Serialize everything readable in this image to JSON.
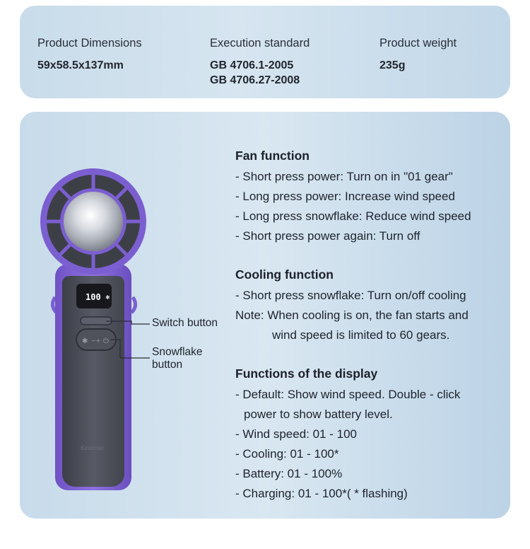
{
  "specs": [
    {
      "label": "Product Dimensions",
      "values": [
        "59x58.5x137mm"
      ]
    },
    {
      "label": "Execution standard",
      "values": [
        "GB 4706.1-2005",
        "GB 4706.27-2008"
      ]
    },
    {
      "label": "Product weight",
      "values": [
        "235g"
      ]
    }
  ],
  "device": {
    "display_value": "100",
    "brand": "Kinscoter",
    "body_color": "#4a4d57",
    "accent_color": "#7b5fd0"
  },
  "callouts": {
    "switch_button": "Switch button",
    "snowflake_button_1": "Snowflake",
    "snowflake_button_2": "button"
  },
  "fan_function": {
    "title": "Fan function",
    "lines": [
      "- Short press power: Turn on in \"01 gear\"",
      "- Long press power: Increase wind speed",
      "- Long press snowflake: Reduce wind speed",
      "- Short press power again: Turn off"
    ]
  },
  "cooling_function": {
    "title": "Cooling function",
    "lines": [
      "- Short press snowflake: Turn on/off cooling",
      "Note: When cooling is on, the fan starts and",
      "wind speed is limited to 60 gears."
    ]
  },
  "display_function": {
    "title": "Functions of the display",
    "lines": [
      "- Default: Show wind speed. Double - click",
      "power to show battery level.",
      "- Wind speed: 01 - 100",
      "- Cooling: 01 - 100*",
      "- Battery: 01 - 100%",
      "- Charging: 01 - 100*( * flashing)"
    ]
  }
}
